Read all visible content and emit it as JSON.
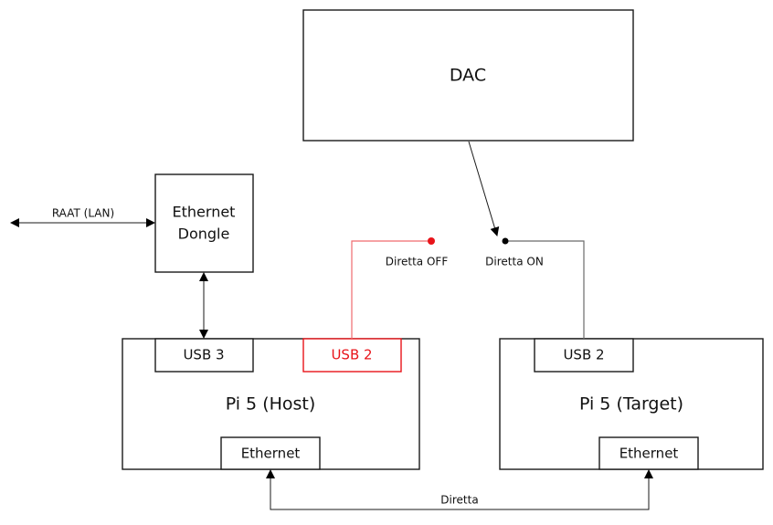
{
  "diagram": {
    "colors": {
      "line": "#1a1a1a",
      "active_line": "#6b6b6b",
      "off_highlight": "#e8141a",
      "off_line": "#f06a6e"
    },
    "nodes": {
      "dac": {
        "label": "DAC"
      },
      "ethernet_dongle": {
        "label_line1": "Ethernet",
        "label_line2": "Dongle"
      },
      "pi_host": {
        "label": "Pi 5 (Host)",
        "ports": {
          "usb3": "USB 3",
          "usb2": "USB 2",
          "ethernet": "Ethernet"
        }
      },
      "pi_target": {
        "label": "Pi 5 (Target)",
        "ports": {
          "usb2": "USB 2",
          "ethernet": "Ethernet"
        }
      }
    },
    "connections": {
      "raat_lan": {
        "label": "RAAT (LAN)",
        "direction": "bidirectional"
      },
      "dongle_to_usb3": {
        "label": "",
        "direction": "bidirectional"
      },
      "diretta_link": {
        "label": "Diretta",
        "direction": "bidirectional"
      },
      "dac_switch": {
        "position": "Diretta ON"
      }
    },
    "switch_terminals": {
      "off": {
        "label": "Diretta OFF",
        "state": "inactive"
      },
      "on": {
        "label": "Diretta ON",
        "state": "active"
      }
    }
  }
}
